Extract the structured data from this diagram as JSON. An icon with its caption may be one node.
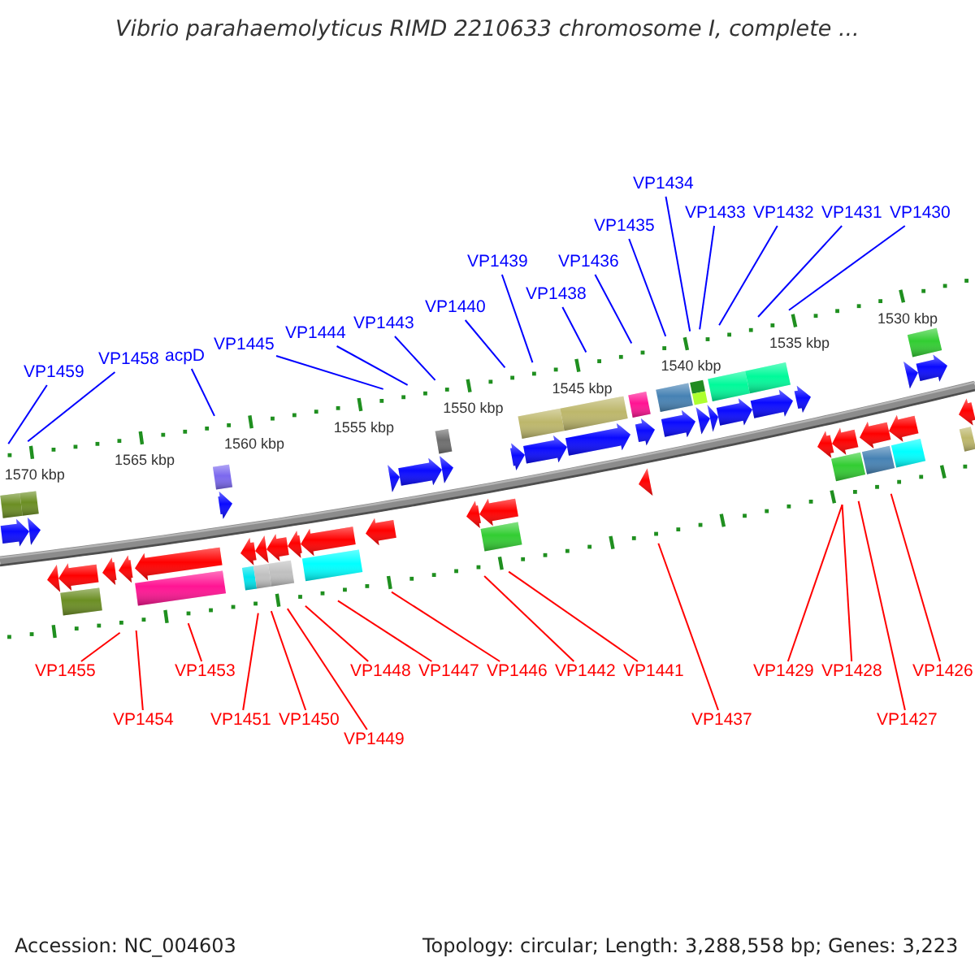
{
  "diagram": {
    "title": "Vibrio parahaemolyticus RIMD 2210633 chromosome I, complete ...",
    "nodes": [
      {
        "text": [
          "VP1459"
        ]
      },
      {
        "text": [
          "VP1458"
        ]
      },
      {
        "text": [
          "acpD"
        ]
      },
      {
        "text": [
          "VP1445"
        ]
      },
      {
        "text": [
          "VP1444"
        ]
      },
      {
        "text": [
          "VP1443"
        ]
      },
      {
        "text": [
          "VP1440"
        ]
      },
      {
        "text": [
          "VP1439"
        ]
      },
      {
        "text": [
          "VP1438"
        ]
      },
      {
        "text": [
          "VP1436"
        ]
      },
      {
        "text": [
          "VP1435"
        ]
      },
      {
        "text": [
          "VP1434"
        ]
      },
      {
        "text": [
          "VP1433"
        ]
      },
      {
        "text": [
          "VP1432"
        ]
      },
      {
        "text": [
          "VP1431"
        ]
      },
      {
        "text": [
          "VP1430"
        ]
      },
      {
        "text": [
          "VP1455"
        ]
      },
      {
        "text": [
          "VP1454"
        ]
      },
      {
        "text": [
          "VP1453"
        ]
      },
      {
        "text": [
          "VP1451"
        ]
      },
      {
        "text": [
          "VP1450"
        ]
      },
      {
        "text": [
          "VP1449"
        ]
      },
      {
        "text": [
          "VP1448"
        ]
      },
      {
        "text": [
          "VP1447"
        ]
      },
      {
        "text": [
          "VP1446"
        ]
      },
      {
        "text": [
          "VP1442"
        ]
      },
      {
        "text": [
          "VP1441"
        ]
      },
      {
        "text": [
          "VP1437"
        ]
      },
      {
        "text": [
          "VP1429"
        ]
      },
      {
        "text": [
          "VP1428"
        ]
      },
      {
        "text": [
          "VP1427"
        ]
      },
      {
        "text": [
          "VP1426"
        ]
      }
    ],
    "edges": [
      {
        "from": 0,
        "to": null,
        "arrow": "none",
        "color": "#0000ff"
      },
      {
        "from": 1,
        "to": null,
        "arrow": "none",
        "color": "#0000ff"
      },
      {
        "from": 2,
        "to": null,
        "arrow": "none",
        "color": "#0000ff"
      },
      {
        "from": 3,
        "to": null,
        "arrow": "none",
        "color": "#0000ff"
      },
      {
        "from": 4,
        "to": null,
        "arrow": "none",
        "color": "#0000ff"
      },
      {
        "from": 5,
        "to": null,
        "arrow": "none",
        "color": "#0000ff"
      },
      {
        "from": 6,
        "to": null,
        "arrow": "none",
        "color": "#0000ff"
      },
      {
        "from": 7,
        "to": null,
        "arrow": "none",
        "color": "#0000ff"
      },
      {
        "from": 8,
        "to": null,
        "arrow": "none",
        "color": "#0000ff"
      },
      {
        "from": 9,
        "to": null,
        "arrow": "none",
        "color": "#0000ff"
      },
      {
        "from": 10,
        "to": null,
        "arrow": "none",
        "color": "#0000ff"
      },
      {
        "from": 11,
        "to": null,
        "arrow": "none",
        "color": "#0000ff"
      },
      {
        "from": 12,
        "to": null,
        "arrow": "none",
        "color": "#0000ff"
      },
      {
        "from": 13,
        "to": null,
        "arrow": "none",
        "color": "#0000ff"
      },
      {
        "from": 14,
        "to": null,
        "arrow": "none",
        "color": "#0000ff"
      },
      {
        "from": 15,
        "to": null,
        "arrow": "none",
        "color": "#0000ff"
      },
      {
        "from": 16,
        "to": null,
        "arrow": "none",
        "color": "#ff0000"
      },
      {
        "from": 17,
        "to": null,
        "arrow": "none",
        "color": "#ff0000"
      },
      {
        "from": 18,
        "to": null,
        "arrow": "none",
        "color": "#ff0000"
      },
      {
        "from": 19,
        "to": null,
        "arrow": "none",
        "color": "#ff0000"
      },
      {
        "from": 20,
        "to": null,
        "arrow": "none",
        "color": "#ff0000"
      },
      {
        "from": 21,
        "to": null,
        "arrow": "none",
        "color": "#ff0000"
      },
      {
        "from": 22,
        "to": null,
        "arrow": "none",
        "color": "#ff0000"
      },
      {
        "from": 23,
        "to": null,
        "arrow": "none",
        "color": "#ff0000"
      },
      {
        "from": 24,
        "to": null,
        "arrow": "none",
        "color": "#ff0000"
      },
      {
        "from": 25,
        "to": null,
        "arrow": "none",
        "color": "#ff0000"
      },
      {
        "from": 26,
        "to": null,
        "arrow": "none",
        "color": "#ff0000"
      },
      {
        "from": 27,
        "to": null,
        "arrow": "none",
        "color": "#ff0000"
      },
      {
        "from": 28,
        "to": null,
        "arrow": "none",
        "color": "#ff0000"
      },
      {
        "from": 29,
        "to": null,
        "arrow": "none",
        "color": "#ff0000"
      },
      {
        "from": 30,
        "to": null,
        "arrow": "none",
        "color": "#ff0000"
      },
      {
        "from": 31,
        "to": null,
        "arrow": "none",
        "color": "#ff0000"
      }
    ],
    "labels": [
      "1570 kbp",
      "1565 kbp",
      "1560 kbp",
      "1555 kbp",
      "1550 kbp",
      "1545 kbp",
      "1540 kbp",
      "1535 kbp",
      "1530 kbp",
      "Accession: NC_004603",
      "Topology: circular; Length: 3,288,558 bp; Genes: 3,223"
    ]
  }
}
